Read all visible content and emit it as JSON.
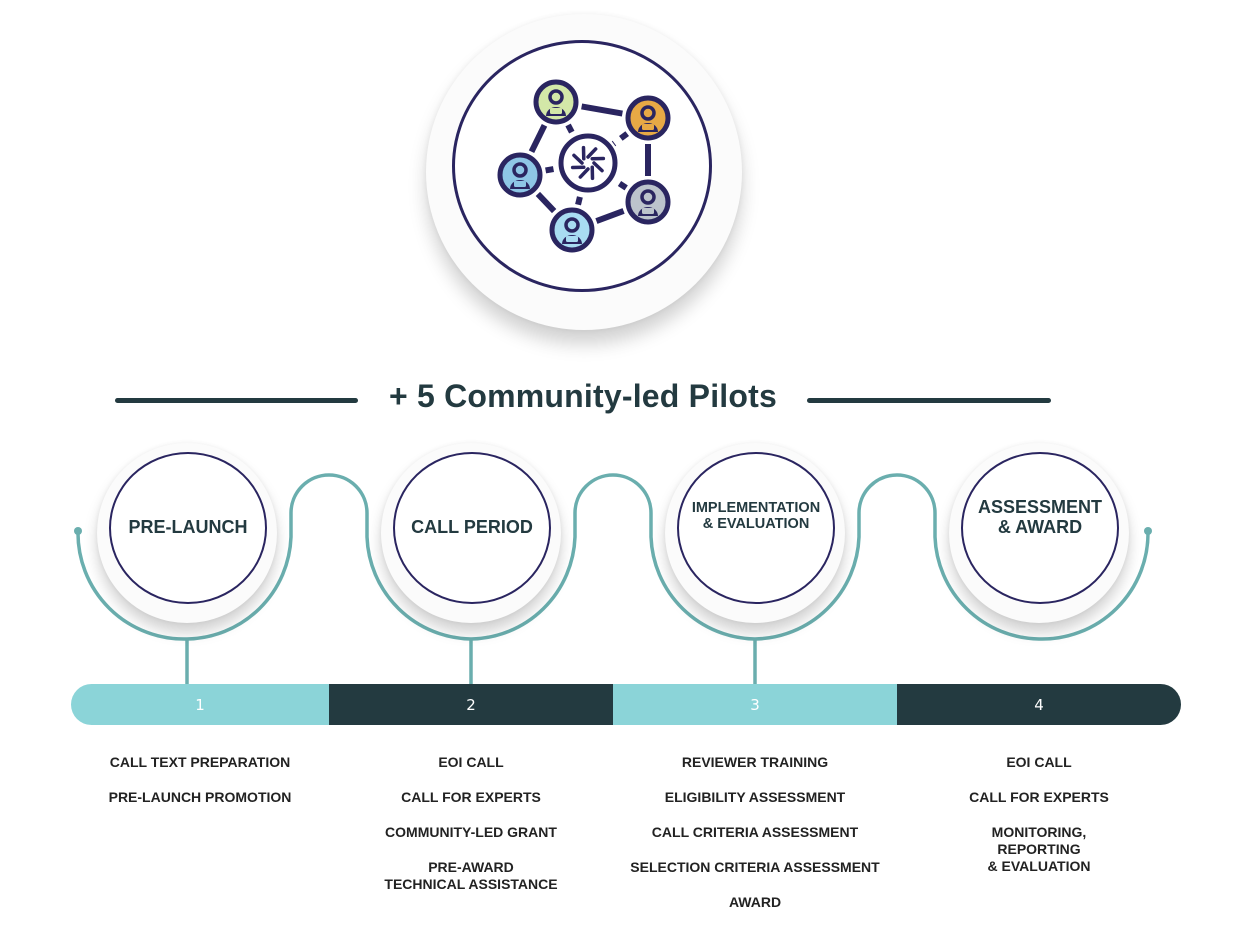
{
  "title": "+ 5 Community-led Pilots",
  "hub": {
    "icon": "community-network-icon",
    "nodes": [
      {
        "name": "person-node",
        "color": "#d3e8a8"
      },
      {
        "name": "person-node",
        "color": "#e8a945"
      },
      {
        "name": "person-node",
        "color": "#8ec6e6"
      },
      {
        "name": "person-node",
        "color": "#bcc3cc"
      },
      {
        "name": "person-node",
        "color": "#a8dcf2"
      }
    ],
    "center_icon": "logo-swirl-icon"
  },
  "colors": {
    "teal_line": "#6aaeae",
    "light_bar": "#8bd4d8",
    "dark_bar": "#233a40",
    "ring": "#2a2560",
    "heading": "#233a40"
  },
  "stages": [
    {
      "label": "PRE-LAUNCH",
      "number": "1",
      "tasks": [
        "CALL TEXT PREPARATION",
        "PRE-LAUNCH PROMOTION"
      ]
    },
    {
      "label": "CALL PERIOD",
      "number": "2",
      "tasks": [
        "EOI CALL",
        "CALL FOR EXPERTS",
        "COMMUNITY-LED GRANT",
        "PRE-AWARD\nTECHNICAL ASSISTANCE"
      ]
    },
    {
      "label": "IMPLEMENTATION\n& EVALUATION",
      "number": "3",
      "tasks": [
        "REVIEWER TRAINING",
        "ELIGIBILITY ASSESSMENT",
        "CALL CRITERIA ASSESSMENT",
        "SELECTION CRITERIA ASSESSMENT",
        "AWARD"
      ]
    },
    {
      "label": "ASSESSMENT\n& AWARD",
      "number": "4",
      "tasks": [
        "EOI CALL",
        "CALL FOR EXPERTS",
        "MONITORING,\nREPORTING\n& EVALUATION"
      ]
    }
  ]
}
